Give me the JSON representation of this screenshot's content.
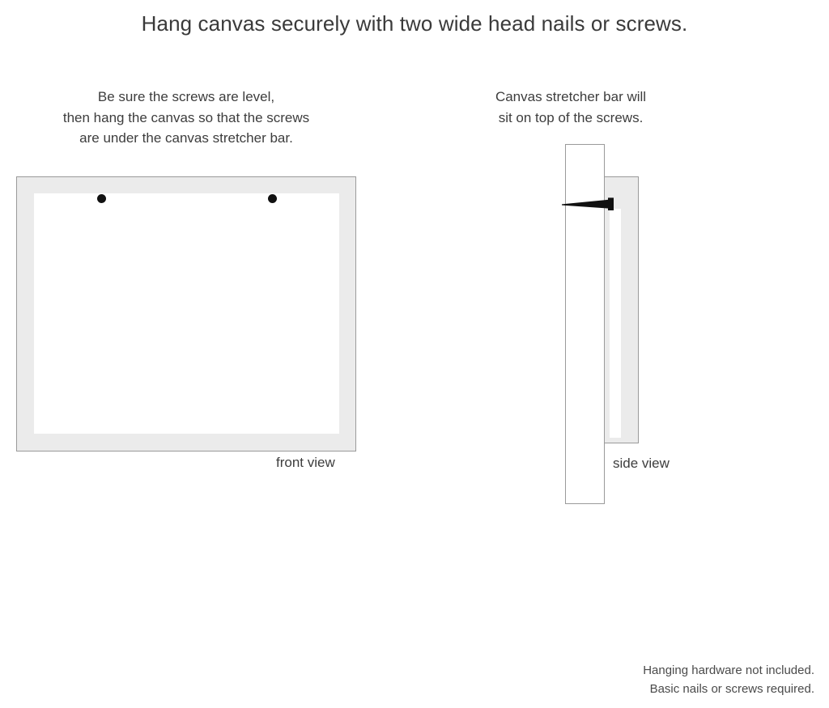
{
  "headline": "Hang canvas securely with two wide head nails or screws.",
  "captions": {
    "left": [
      "Be sure the screws are level,",
      "then hang the canvas so that the screws",
      "are under the canvas stretcher bar."
    ],
    "right": [
      "Canvas stretcher bar will",
      "sit on top of the screws."
    ]
  },
  "diagrams": {
    "front": {
      "label": "front view",
      "frame_color": "#ebebeb",
      "border_color": "#9a9a9a",
      "inner_color": "#ffffff",
      "screws": [
        {
          "name": "left-screw",
          "color": "#111111"
        },
        {
          "name": "right-screw",
          "color": "#111111"
        }
      ]
    },
    "side": {
      "label": "side view",
      "wall_color": "#ffffff",
      "canvas_color": "#ebebeb",
      "border_color": "#9a9a9a",
      "screw_color": "#111111"
    }
  },
  "footer": [
    "Hanging hardware not included.",
    "Basic nails or screws required."
  ]
}
